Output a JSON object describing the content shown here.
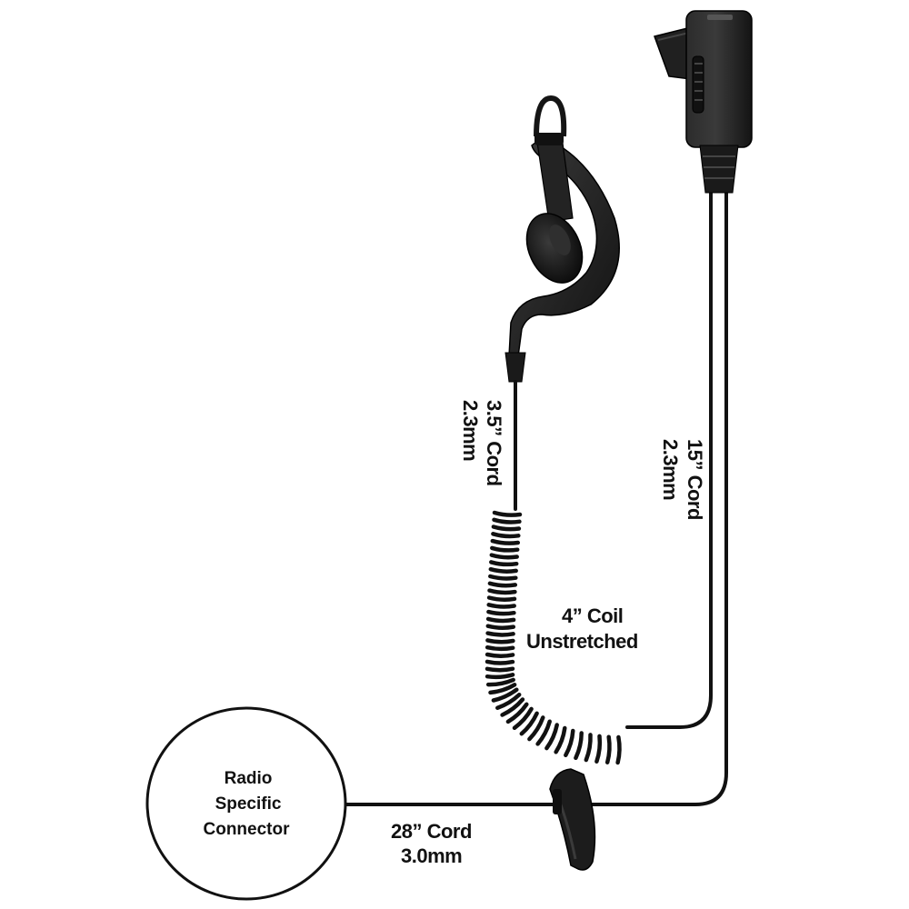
{
  "labels": {
    "earhook_cord_length": "3.5” Cord",
    "earhook_cord_gauge": "2.3mm",
    "ptt_cord_length": "15” Cord",
    "ptt_cord_gauge": "2.3mm",
    "coil_length": "4” Coil",
    "coil_state": "Unstretched",
    "main_cord_length": "28” Cord",
    "main_cord_gauge": "3.0mm",
    "connector_line1": "Radio",
    "connector_line2": "Specific",
    "connector_line3": "Connector"
  },
  "colors": {
    "cord": "#111111",
    "background": "#ffffff"
  }
}
